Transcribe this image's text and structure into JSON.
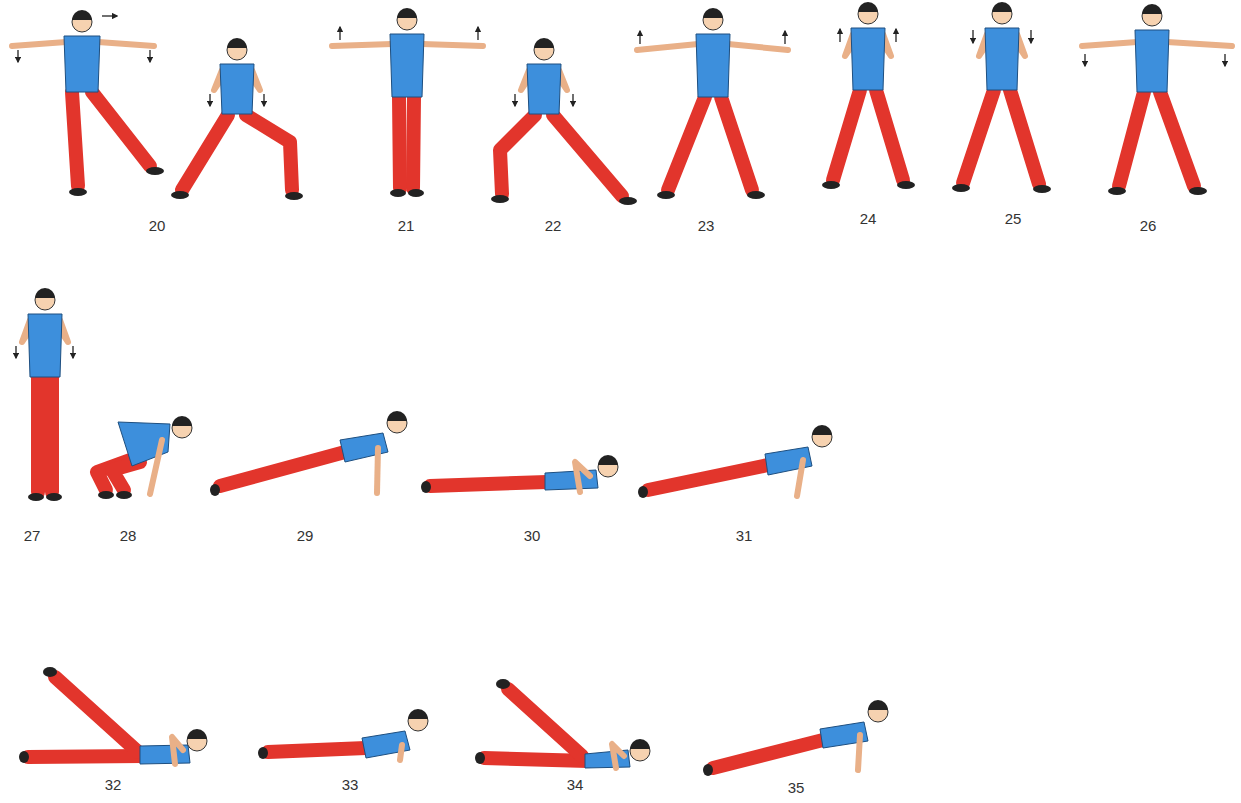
{
  "diagram": {
    "labels": [
      "20",
      "21",
      "22",
      "23",
      "24",
      "25",
      "26",
      "27",
      "28",
      "29",
      "30",
      "31",
      "32",
      "33",
      "34",
      "35"
    ]
  }
}
